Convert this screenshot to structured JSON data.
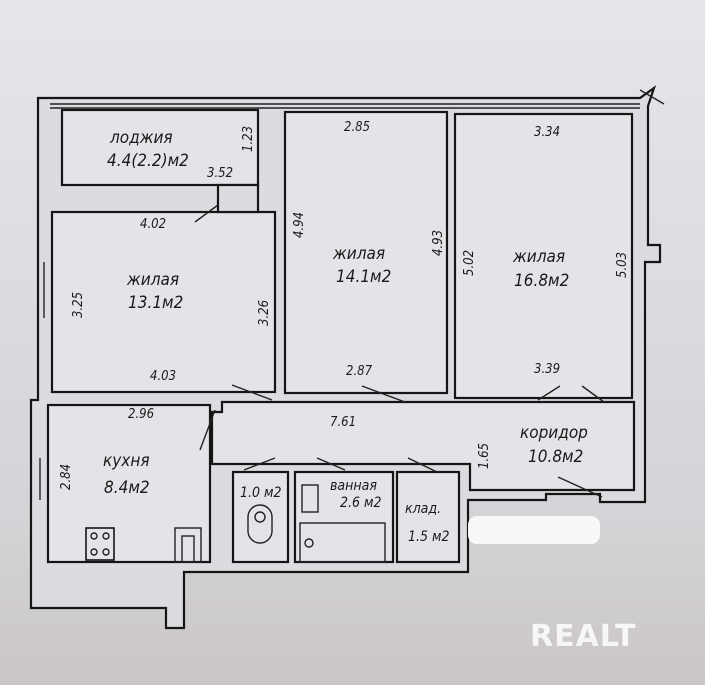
{
  "rooms": {
    "loggia": {
      "name": "лоджия",
      "area": "4.4(2.2)м2"
    },
    "living1": {
      "name": "жилая",
      "area": "13.1м2"
    },
    "living2": {
      "name": "жилая",
      "area": "14.1м2"
    },
    "living3": {
      "name": "жилая",
      "area": "16.8м2"
    },
    "kitchen": {
      "name": "кухня",
      "area": "8.4м2"
    },
    "corridor": {
      "name": "коридор",
      "area": "10.8м2"
    },
    "wc": {
      "area": "1.0 м2"
    },
    "bathroom": {
      "name": "ванная",
      "area": "2.6 м2"
    },
    "storage": {
      "name": "клад.",
      "area": "1.5 м2"
    }
  },
  "dimensions": {
    "loggia_h": "1.23",
    "loggia_w": "3.52",
    "r1_top": "4.02",
    "r1_left": "3.25",
    "r1_right": "3.26",
    "r1_bottom": "4.03",
    "r2_top": "2.85",
    "r2_left": "4.94",
    "r2_right": "4.93",
    "r2_bottom": "2.87",
    "r3_top": "3.34",
    "r3_left": "5.02",
    "r3_right": "5.03",
    "r3_bottom": "3.39",
    "kitchen_top": "2.96",
    "kitchen_left": "2.84",
    "corridor_len": "7.61",
    "corridor_side": "1.65"
  },
  "watermark": "REALT"
}
